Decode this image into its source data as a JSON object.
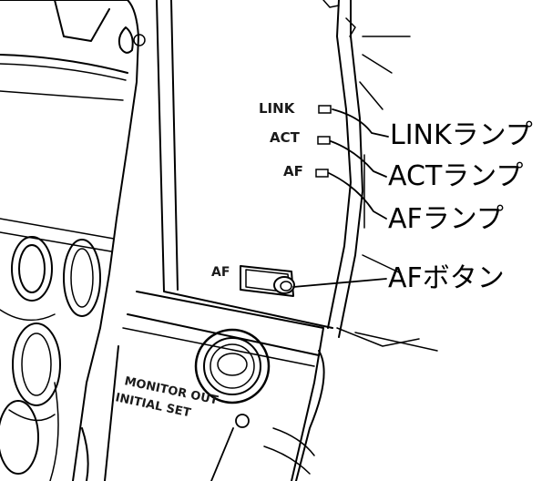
{
  "panel_labels": {
    "link": "LINK",
    "act": "ACT",
    "af_lamp": "AF",
    "af_button": "AF",
    "monitor_line1": "MONITOR OUT",
    "monitor_line2": "INITIAL SET"
  },
  "callouts": {
    "link_lamp": "LINKランプ",
    "act_lamp": "ACTランプ",
    "af_lamp": "AFランプ",
    "af_button": "AFボタン"
  }
}
